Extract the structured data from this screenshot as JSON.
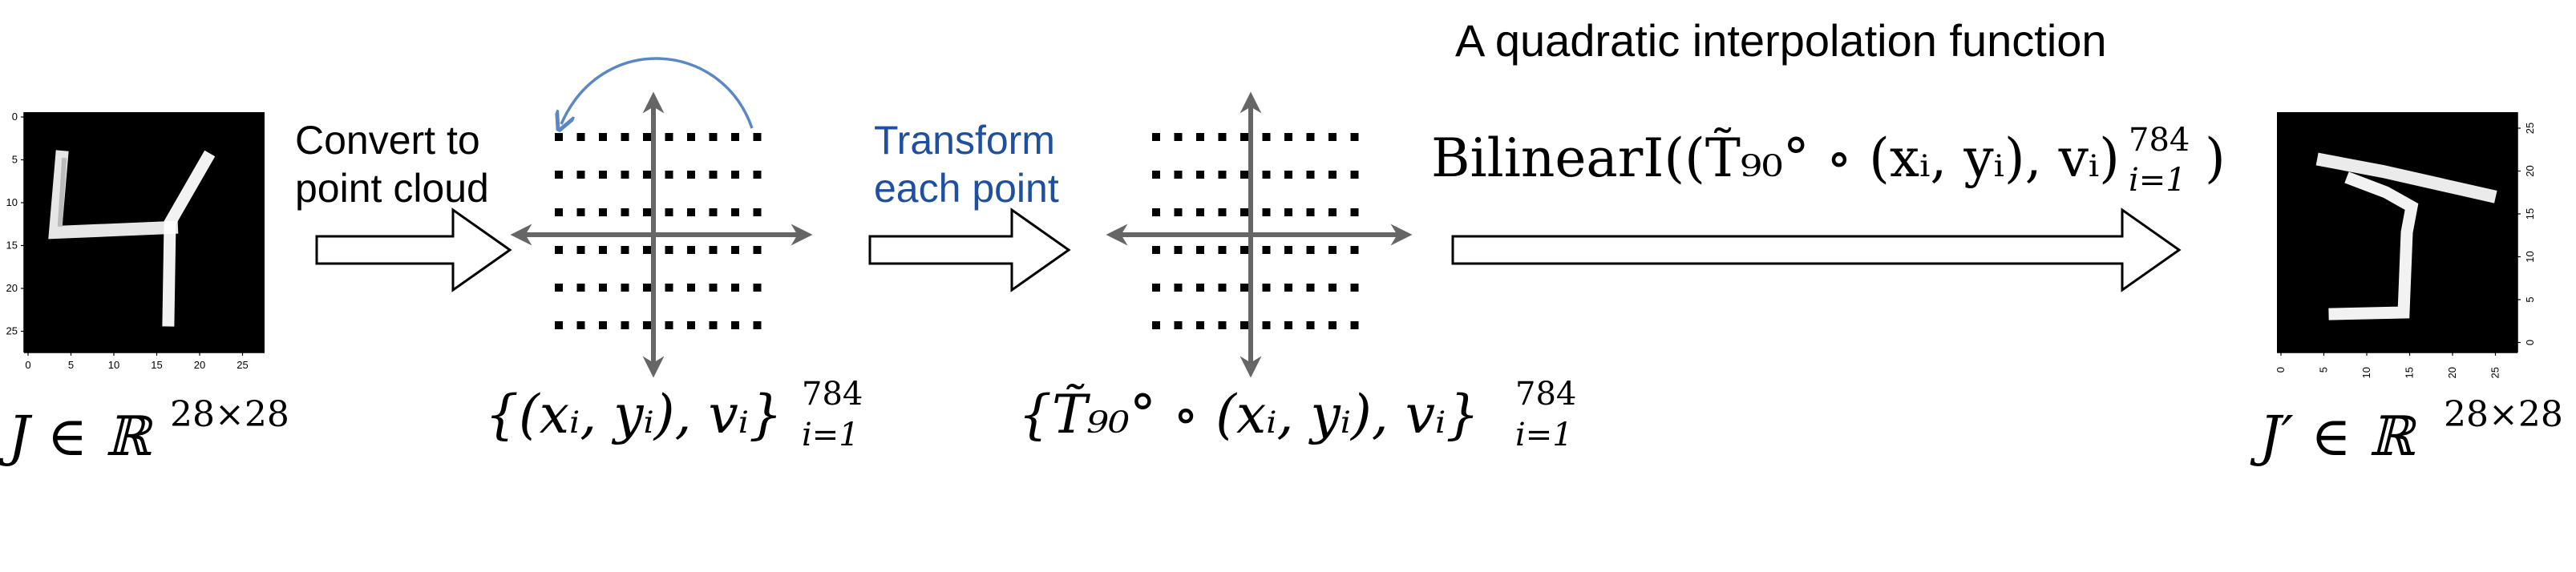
{
  "title": "A quadratic interpolation function",
  "steps": {
    "convert_line1": "Convert to",
    "convert_line2": "point cloud",
    "transform_line1": "Transform",
    "transform_line2": "each point"
  },
  "formulas": {
    "input_image": {
      "base": "J ∈ ℝ",
      "sup": "28×28"
    },
    "output_image": {
      "base": "J′ ∈ ℝ",
      "sup": "28×28"
    },
    "point_cloud": {
      "base": "{(xᵢ, yᵢ), vᵢ}",
      "sup": "784",
      "sub": "i=1"
    },
    "transformed_cloud": {
      "base": "{T̃₉₀° ∘ (xᵢ, yᵢ), vᵢ}",
      "sup": "784",
      "sub": "i=1"
    },
    "bilinear": {
      "base": "BilinearI((T̃₉₀° ∘ (xᵢ, yᵢ), vᵢ)",
      "sup": "784",
      "sub": "i=1",
      "tail": ")"
    }
  },
  "input_plot": {
    "y_ticks": [
      "0",
      "5",
      "10",
      "15",
      "20",
      "25"
    ],
    "x_ticks": [
      "0",
      "5",
      "10",
      "15",
      "20",
      "25"
    ]
  },
  "output_plot": {
    "y_ticks": [
      "25",
      "20",
      "15",
      "10",
      "5",
      "0"
    ],
    "x_ticks": [
      "0",
      "5",
      "10",
      "15",
      "20",
      "25"
    ]
  },
  "colors": {
    "transform_text": "#1f4fa0",
    "rotation_arc": "#5b87c7",
    "axes_gray": "#666666"
  }
}
